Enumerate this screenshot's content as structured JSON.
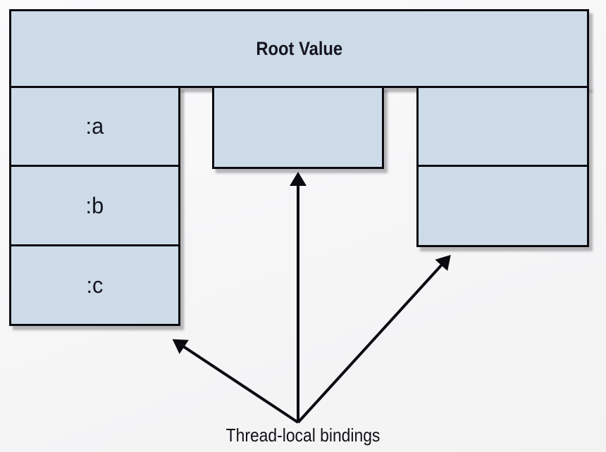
{
  "diagram": {
    "title_box": {
      "label": "Root Value"
    },
    "left_column": {
      "cells": [
        {
          "label": ":a"
        },
        {
          "label": ":b"
        },
        {
          "label": ":c"
        }
      ]
    },
    "middle_box": {
      "label": ""
    },
    "right_column": {
      "cells": [
        {
          "label": ""
        },
        {
          "label": ""
        }
      ]
    },
    "caption": "Thread-local bindings",
    "colors": {
      "box_fill": "#ccdbe7",
      "border": "#0a0a10",
      "background": "#f6f6f7",
      "text": "#15151f",
      "arrow": "#0a0a10"
    }
  }
}
